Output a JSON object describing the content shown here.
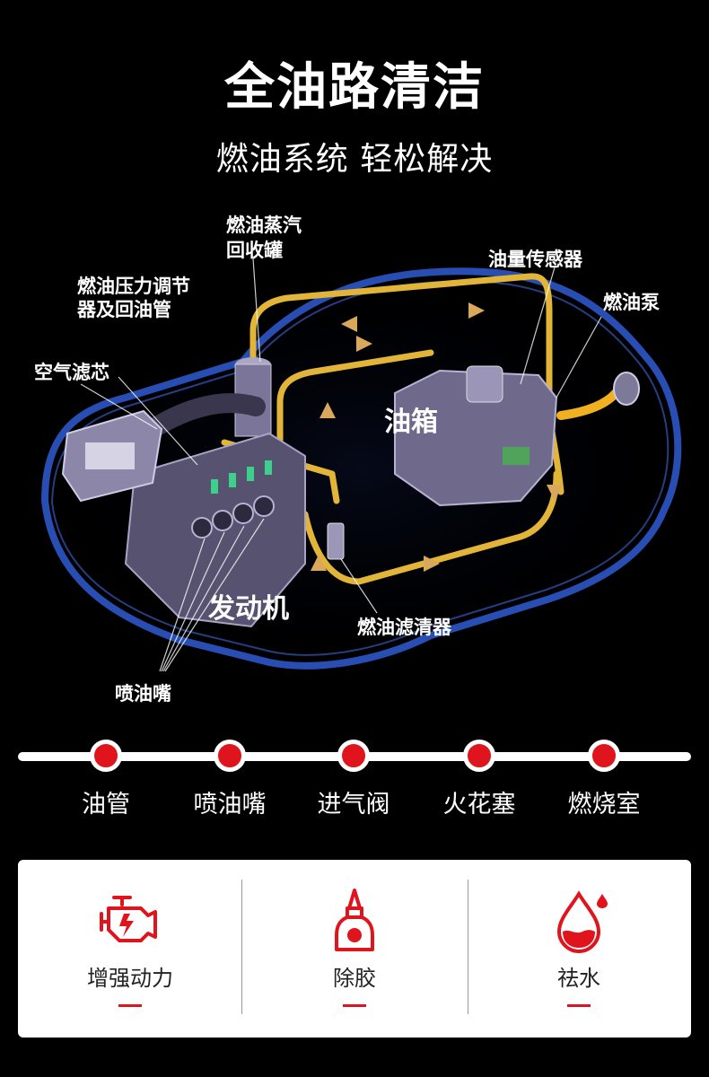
{
  "title": "全油路清洁",
  "subtitle": "燃油系统 轻松解决",
  "diagram": {
    "labels": {
      "vapor_line1": "燃油蒸汽",
      "vapor_line2": "回收罐",
      "pressure_line1": "燃油压力调节",
      "pressure_line2": "器及回油管",
      "air_filter": "空气滤芯",
      "level_sensor": "油量传感器",
      "pump": "燃油泵",
      "tank": "油箱",
      "engine": "发动机",
      "fuel_filter": "燃油滤清器",
      "injector": "喷油嘴"
    },
    "colors": {
      "pipe": "#e2b437",
      "outline": "#2d57c8",
      "parts": "#8c86a8"
    }
  },
  "timeline": {
    "items": [
      {
        "label": "油管"
      },
      {
        "label": "喷油嘴"
      },
      {
        "label": "进气阀"
      },
      {
        "label": "火花塞"
      },
      {
        "label": "燃烧室"
      }
    ],
    "dot_color": "#e0141d"
  },
  "features": [
    {
      "icon": "engine-icon",
      "label": "增强动力"
    },
    {
      "icon": "glue-bottle-icon",
      "label": "除胶"
    },
    {
      "icon": "water-drop-icon",
      "label": "祛水"
    }
  ],
  "accent": "#e0141d"
}
